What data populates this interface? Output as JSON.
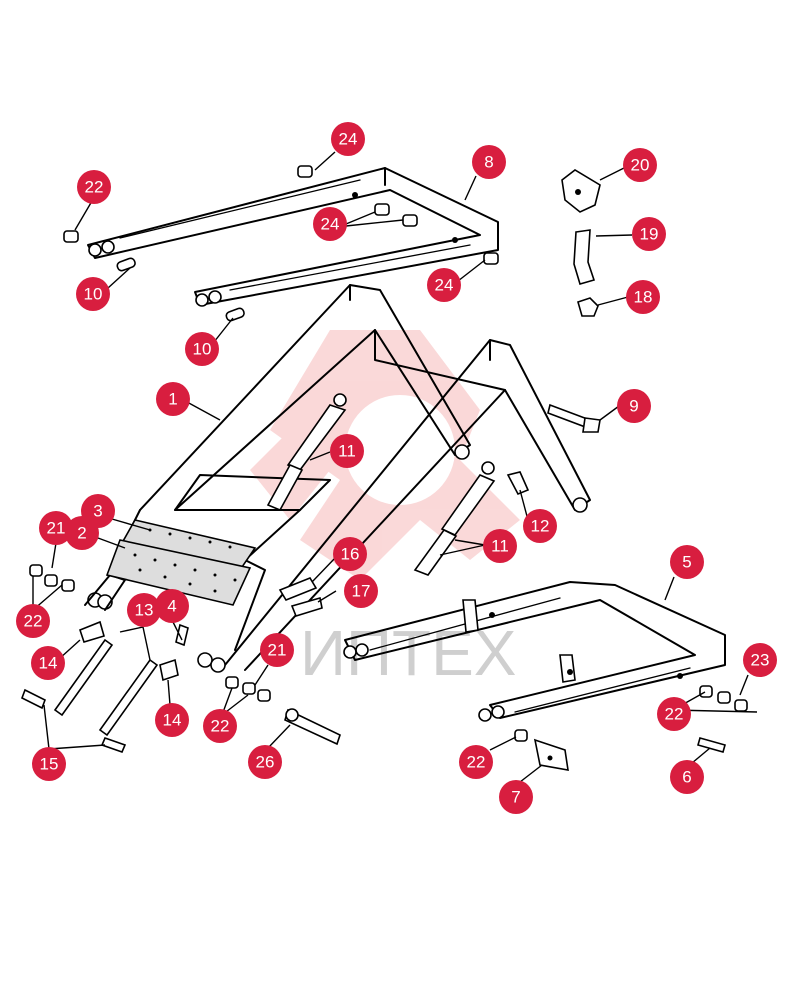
{
  "colors": {
    "callout": "#d81e3f",
    "line": "#000000",
    "watermark_text": "#cfcfcf",
    "watermark_logo": "#f6b9b9"
  },
  "watermark": {
    "text": "ИПТЕХ"
  },
  "callouts": [
    {
      "label": "24"
    },
    {
      "label": "22"
    },
    {
      "label": "8"
    },
    {
      "label": "20"
    },
    {
      "label": "24"
    },
    {
      "label": "19"
    },
    {
      "label": "10"
    },
    {
      "label": "24"
    },
    {
      "label": "18"
    },
    {
      "label": "10"
    },
    {
      "label": "1"
    },
    {
      "label": "9"
    },
    {
      "label": "11"
    },
    {
      "label": "3"
    },
    {
      "label": "12"
    },
    {
      "label": "21"
    },
    {
      "label": "2"
    },
    {
      "label": "11"
    },
    {
      "label": "16"
    },
    {
      "label": "5"
    },
    {
      "label": "17"
    },
    {
      "label": "22"
    },
    {
      "label": "13"
    },
    {
      "label": "4"
    },
    {
      "label": "14"
    },
    {
      "label": "21"
    },
    {
      "label": "23"
    },
    {
      "label": "14"
    },
    {
      "label": "22"
    },
    {
      "label": "22"
    },
    {
      "label": "15"
    },
    {
      "label": "26"
    },
    {
      "label": "22"
    },
    {
      "label": "6"
    },
    {
      "label": "7"
    }
  ]
}
